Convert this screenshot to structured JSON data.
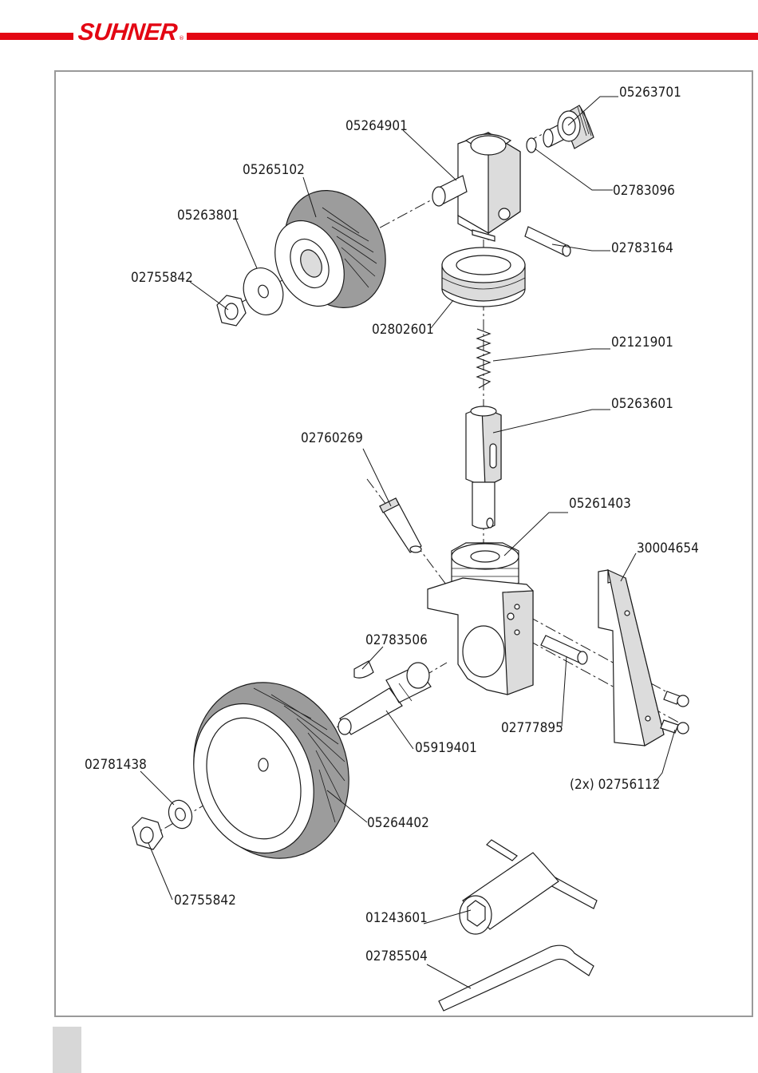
{
  "header": {
    "brand": "SUHNER",
    "registered_mark": "®",
    "brand_color": "#e30613"
  },
  "parts": [
    {
      "id": "p1",
      "label": "05263701"
    },
    {
      "id": "p2",
      "label": "05264901"
    },
    {
      "id": "p3",
      "label": "05265102"
    },
    {
      "id": "p4",
      "label": "02783096"
    },
    {
      "id": "p5",
      "label": "05263801"
    },
    {
      "id": "p6",
      "label": "02783164"
    },
    {
      "id": "p7",
      "label": "02755842"
    },
    {
      "id": "p8",
      "label": "02802601"
    },
    {
      "id": "p9",
      "label": "02121901"
    },
    {
      "id": "p10",
      "label": "05263601"
    },
    {
      "id": "p11",
      "label": "02760269"
    },
    {
      "id": "p12",
      "label": "05261403"
    },
    {
      "id": "p13",
      "label": "30004654"
    },
    {
      "id": "p14",
      "label": "02783506"
    },
    {
      "id": "p15",
      "label": "02777895"
    },
    {
      "id": "p16",
      "label": "05919401"
    },
    {
      "id": "p17",
      "label": "(2x) 02756112"
    },
    {
      "id": "p18",
      "label": "02781438"
    },
    {
      "id": "p19",
      "label": "05264402"
    },
    {
      "id": "p20",
      "label": "02755842"
    },
    {
      "id": "p21",
      "label": "01243601"
    },
    {
      "id": "p22",
      "label": "02785504"
    }
  ]
}
